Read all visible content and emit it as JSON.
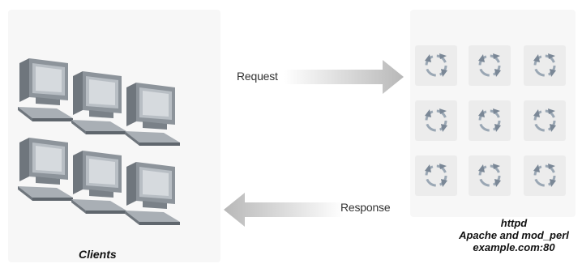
{
  "request_label": "Request",
  "response_label": "Response",
  "clients_label": "Clients",
  "server": {
    "line1": "httpd",
    "line2": "Apache and mod_perl",
    "line3": "example.com:80"
  },
  "colors": {
    "panel": "#f7f7f7",
    "arrow": "#c9c9c9",
    "gear_ring": "#9aa7b4",
    "gear_arrow": "#7a8796"
  }
}
